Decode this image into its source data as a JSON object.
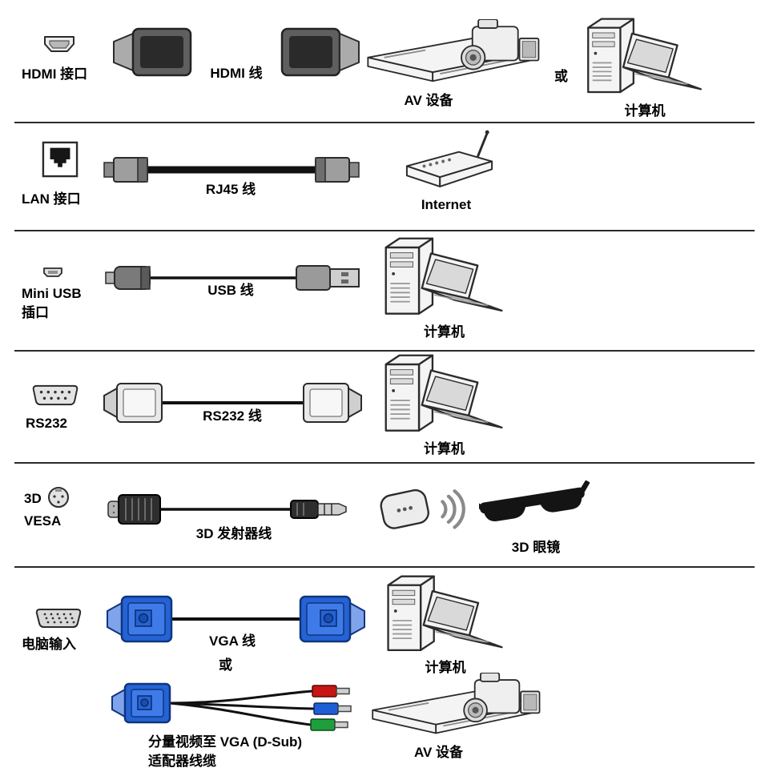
{
  "colors": {
    "background": "#ffffff",
    "outline": "#2b2b2b",
    "cable_black": "#111111",
    "vga_blue": "#2563d4",
    "rca_red": "#c81414",
    "rca_blue": "#1f5fd6",
    "rca_green": "#1f9e3c"
  },
  "icons": {
    "hdmi_port": "hdmi-port-icon",
    "lan_port": "lan-port-icon",
    "mini_usb_port": "mini-usb-port-icon",
    "rs232_port": "rs232-port-icon",
    "vesa_3d_port": "3d-vesa-port-icon",
    "vga_port": "vga-port-icon"
  },
  "rows": {
    "hdmi": {
      "port_label": "HDMI 接口",
      "cable_label": "HDMI 线",
      "device1_label": "AV 设备",
      "or_label": "或",
      "device2_label": "计算机"
    },
    "lan": {
      "port_label": "LAN 接口",
      "cable_label": "RJ45 线",
      "device_label": "Internet"
    },
    "mini_usb": {
      "port_label_line1": "Mini USB",
      "port_label_line2": "插口",
      "cable_label": "USB 线",
      "device_label": "计算机"
    },
    "rs232": {
      "port_label": "RS232",
      "cable_label": "RS232 线",
      "device_label": "计算机"
    },
    "vesa_3d": {
      "port_label_line1": "3D",
      "port_label_line2": "VESA",
      "cable_label": "3D 发射器线",
      "device_label": "3D 眼镜"
    },
    "vga": {
      "port_label": "电脑输入",
      "cable1_label": "VGA 线",
      "or_label": "或",
      "device1_label": "计算机",
      "cable2_label_line1": "分量视频至 VGA (D-Sub)",
      "cable2_label_line2": "适配器线缆",
      "device2_label": "AV 设备"
    }
  }
}
